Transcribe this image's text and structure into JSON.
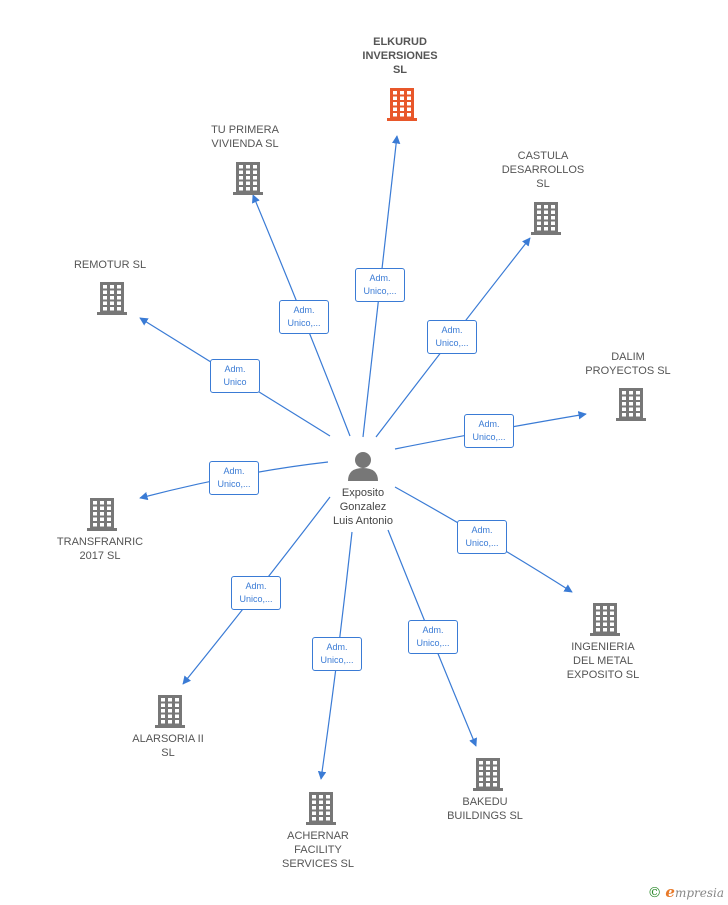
{
  "person": {
    "name": "Exposito\nGonzalez\nLuis Antonio",
    "icon": "person-icon"
  },
  "colors": {
    "edge": "#3a7bd5",
    "building": "#777777",
    "highlight": "#e8572a"
  },
  "companies": [
    {
      "id": "elkurud",
      "label": "ELKURUD\nINVERSIONES\nSL",
      "highlight": true
    },
    {
      "id": "tu-primera",
      "label": "TU PRIMERA\nVIVIENDA  SL"
    },
    {
      "id": "castula",
      "label": "CASTULA\nDESARROLLOS\nSL"
    },
    {
      "id": "remotur",
      "label": "REMOTUR  SL"
    },
    {
      "id": "dalim",
      "label": "DALIM\nPROYECTOS  SL"
    },
    {
      "id": "transfranric",
      "label": "TRANSFRANRIC\n2017  SL"
    },
    {
      "id": "ingenieria",
      "label": "INGENIERIA\nDEL METAL\nEXPOSITO  SL"
    },
    {
      "id": "alarsoria",
      "label": "ALARSORIA II\nSL"
    },
    {
      "id": "bakedu",
      "label": "BAKEDU\nBUILDINGS  SL"
    },
    {
      "id": "achernar",
      "label": "ACHERNAR\nFACILITY\nSERVICES  SL"
    }
  ],
  "edges": [
    {
      "to": "elkurud",
      "label": "Adm.\nUnico,..."
    },
    {
      "to": "tu-primera",
      "label": "Adm.\nUnico,..."
    },
    {
      "to": "castula",
      "label": "Adm.\nUnico,..."
    },
    {
      "to": "remotur",
      "label": "Adm.\nUnico"
    },
    {
      "to": "dalim",
      "label": "Adm.\nUnico,..."
    },
    {
      "to": "transfranric",
      "label": "Adm.\nUnico,..."
    },
    {
      "to": "ingenieria",
      "label": "Adm.\nUnico,..."
    },
    {
      "to": "alarsoria",
      "label": "Adm.\nUnico,..."
    },
    {
      "to": "bakedu",
      "label": "Adm.\nUnico,..."
    },
    {
      "to": "achernar",
      "label": "Adm.\nUnico,..."
    }
  ],
  "brand": {
    "copyright": "©",
    "first_letter": "e",
    "rest": "mpresia"
  }
}
